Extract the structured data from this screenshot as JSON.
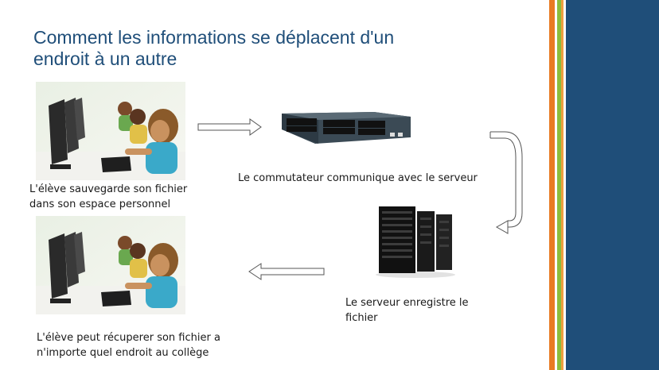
{
  "slide": {
    "title_lines": [
      "Comment les informations se déplacent d'un",
      "endroit à un autre"
    ],
    "captions": {
      "student_save": [
        "L'élève sauvegarde son fichier",
        "dans son espace personnel"
      ],
      "switch": "Le commutateur communique avec le serveur",
      "server": [
        "Le serveur enregistre le",
        "fichier"
      ],
      "student_retrieve": [
        "L'élève peut récuperer son fichier a",
        "n'importe quel endroit au collège"
      ]
    },
    "images": [
      "students-at-computers-photo",
      "network-switch-photo",
      "server-rack-photo",
      "students-at-computers-photo"
    ],
    "colors": {
      "title": "#1f4e79",
      "sidebar_navy": "#1f4e79",
      "stripe_orange": "#e87b22",
      "stripe_green": "#8bbd3c"
    }
  }
}
